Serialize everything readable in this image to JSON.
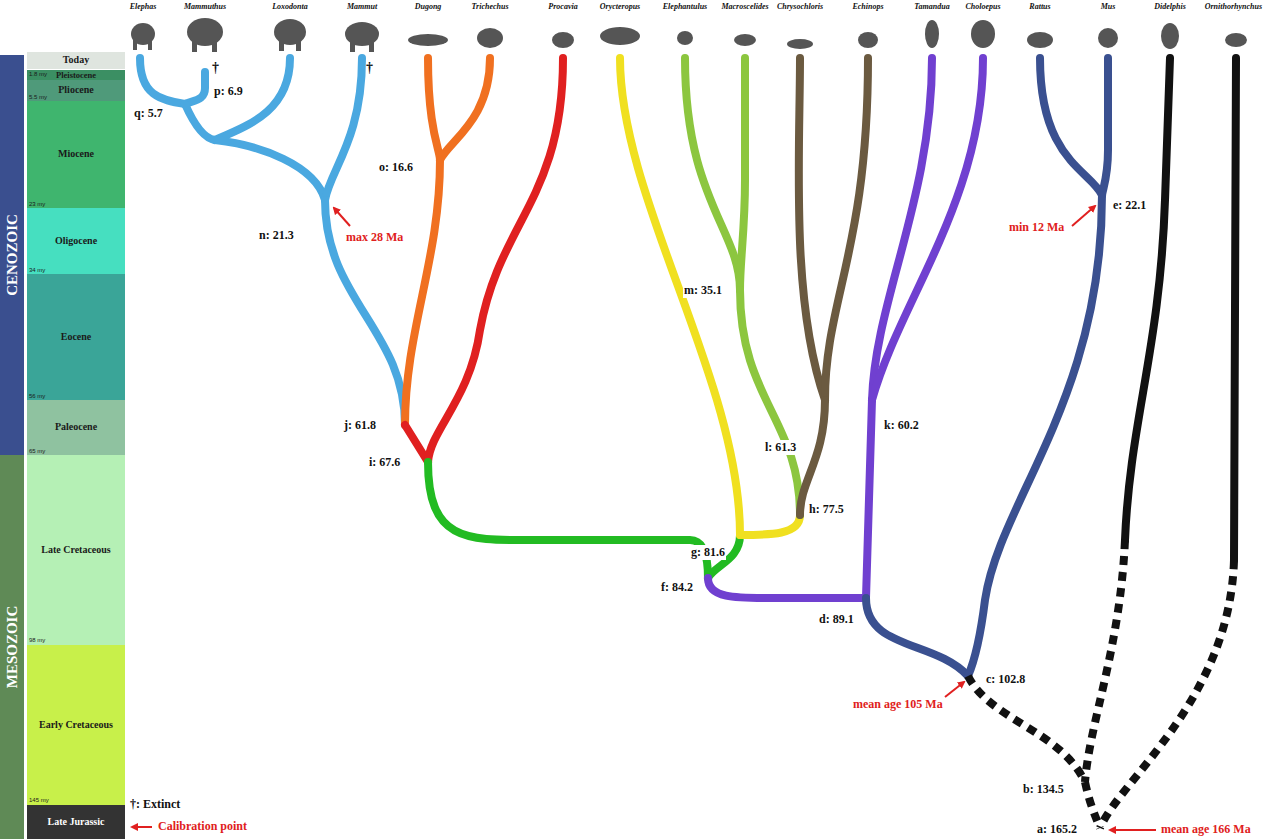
{
  "diagram": {
    "nodes": [
      {
        "text": [
          "CENOZOIC"
        ]
      },
      {
        "text": [
          "MESOZOIC"
        ]
      },
      {
        "text": [
          "Today"
        ]
      },
      {
        "text": [
          "Pleistocene"
        ]
      },
      {
        "text": [
          "Pliocene"
        ]
      },
      {
        "text": [
          "Miocene"
        ]
      },
      {
        "text": [
          "Oligocene"
        ]
      },
      {
        "text": [
          "Eocene"
        ]
      },
      {
        "text": [
          "Paleocene"
        ]
      },
      {
        "text": [
          "Late Cretaceous"
        ]
      },
      {
        "text": [
          "Early Cretaceous"
        ]
      },
      {
        "text": [
          "Late Jurassic"
        ]
      }
    ],
    "labels": [
      "Elephas",
      "Mammuthus",
      "Loxodonta",
      "Mammut",
      "Dugong",
      "Trichechus",
      "Procavia",
      "Orycteropus",
      "Elephantulus",
      "Macroscelides",
      "Chrysochloris",
      "Echinops",
      "Tamandua",
      "Choloepus",
      "Rattus",
      "Mus",
      "Didelphis",
      "Ornithorhynchus",
      "†",
      "†",
      "q: 5.7",
      "p: 6.9",
      "n: 21.3",
      "max 28 Ma",
      "o: 16.6",
      "j: 61.8",
      "i: 67.6",
      "m: 35.1",
      "l: 61.3",
      "k: 60.2",
      "h: 77.5",
      "g: 81.6",
      "f: 84.2",
      "d: 89.1",
      "e: 22.1",
      "min 12 Ma",
      "c: 102.8",
      "mean age 105 Ma",
      "b: 134.5",
      "a: 165.2",
      "mean age 166 Ma",
      "1.8 my",
      "5.5 my",
      "23 my",
      "34 my",
      "56 my",
      "65 my",
      "98 my",
      "145 my",
      "†: Extinct"
    ],
    "legend": [
      {
        "text": "Calibration point"
      }
    ]
  }
}
